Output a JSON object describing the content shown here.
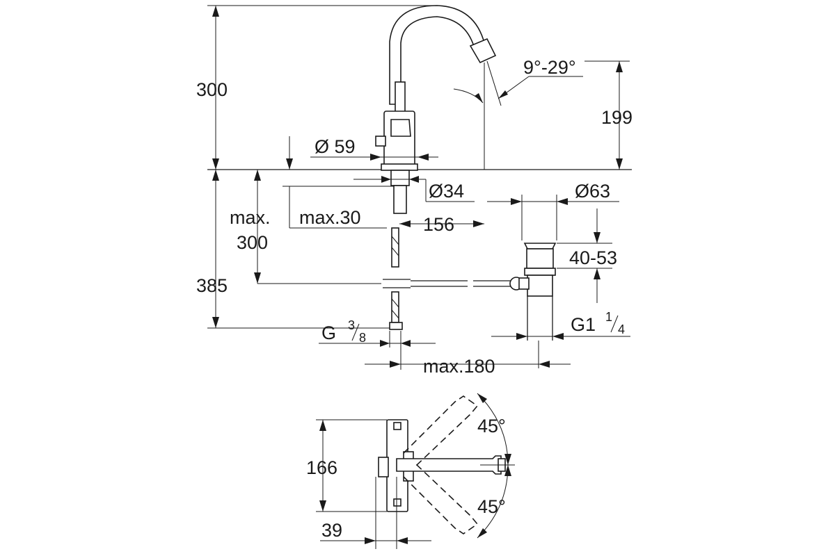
{
  "side_view": {
    "dims": {
      "total_height": "300",
      "spout_height": "199",
      "spout_angle": "9°-29°",
      "base_diameter": "Ø 59",
      "hole_diameter": "Ø34",
      "max_shank_label": "max.",
      "max_shank_value": "300",
      "max_thickness": "max.30",
      "projection": "156",
      "waste_diameter": "Ø63",
      "waste_range": "40-53",
      "overall_depth": "385",
      "connection_main": "G",
      "connection_sup": "3",
      "connection_sub": "8",
      "waste_thread_main": "G1",
      "waste_thread_sup": "1",
      "waste_thread_sub": "4",
      "max_distance": "max.180"
    }
  },
  "top_view": {
    "dims": {
      "length": "166",
      "offset": "39",
      "angle_upper": "45°",
      "angle_lower": "45°"
    }
  }
}
